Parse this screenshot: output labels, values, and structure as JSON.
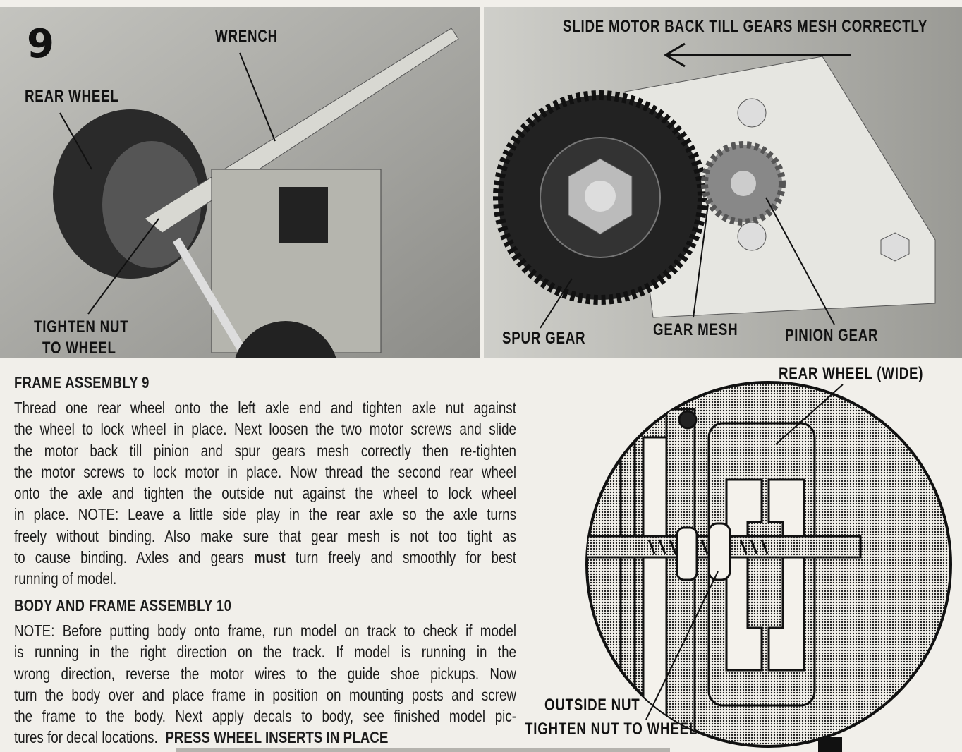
{
  "left_photo": {
    "step_number": "9",
    "labels": {
      "wrench": "WRENCH",
      "rear_wheel": "REAR WHEEL",
      "tighten_nut_1": "TIGHTEN NUT",
      "tighten_nut_2": "TO WHEEL"
    }
  },
  "right_photo": {
    "caption": "SLIDE MOTOR BACK TILL GEARS MESH CORRECTLY",
    "labels": {
      "spur_gear": "SPUR GEAR",
      "gear_mesh": "GEAR MESH",
      "pinion_gear": "PINION GEAR"
    }
  },
  "frame_assembly": {
    "heading": "FRAME ASSEMBLY 9",
    "lines": [
      "Thread one rear wheel onto the left axle end and tighten axle nut against",
      "the wheel to lock wheel in place. Next loosen the two motor screws and slide",
      "the motor back till pinion and spur gears mesh correctly then re-tighten",
      "the motor screws to lock motor in place. Now thread the second rear wheel",
      "onto the axle and tighten the outside nut against the wheel to lock wheel",
      "in place. NOTE: Leave a little side play in the rear axle so the axle turns",
      "freely without binding. Also make sure that gear mesh is not too tight as",
      "to cause binding. Axles and gears",
      "must",
      "turn freely and smoothly for best",
      "running of model."
    ]
  },
  "body_frame_assembly": {
    "heading": "BODY AND FRAME ASSEMBLY 10",
    "lines": [
      "NOTE: Before putting body onto frame, run model on track to check if model",
      "is running in the right direction on the track. If model is running in the",
      "wrong direction, reverse the motor wires to the guide shoe pickups. Now",
      "turn the body over and place frame in position on mounting posts and screw",
      "the frame to the body. Next apply decals to body, see finished model pic-",
      "tures for decal locations.",
      "PRESS WHEEL INSERTS IN PLACE"
    ]
  },
  "diagram": {
    "rear_wheel_wide": "REAR WHEEL (WIDE)",
    "outside_nut": "OUTSIDE NUT",
    "tighten_nut_to_wheel": "TIGHTEN NUT TO WHEEL"
  }
}
